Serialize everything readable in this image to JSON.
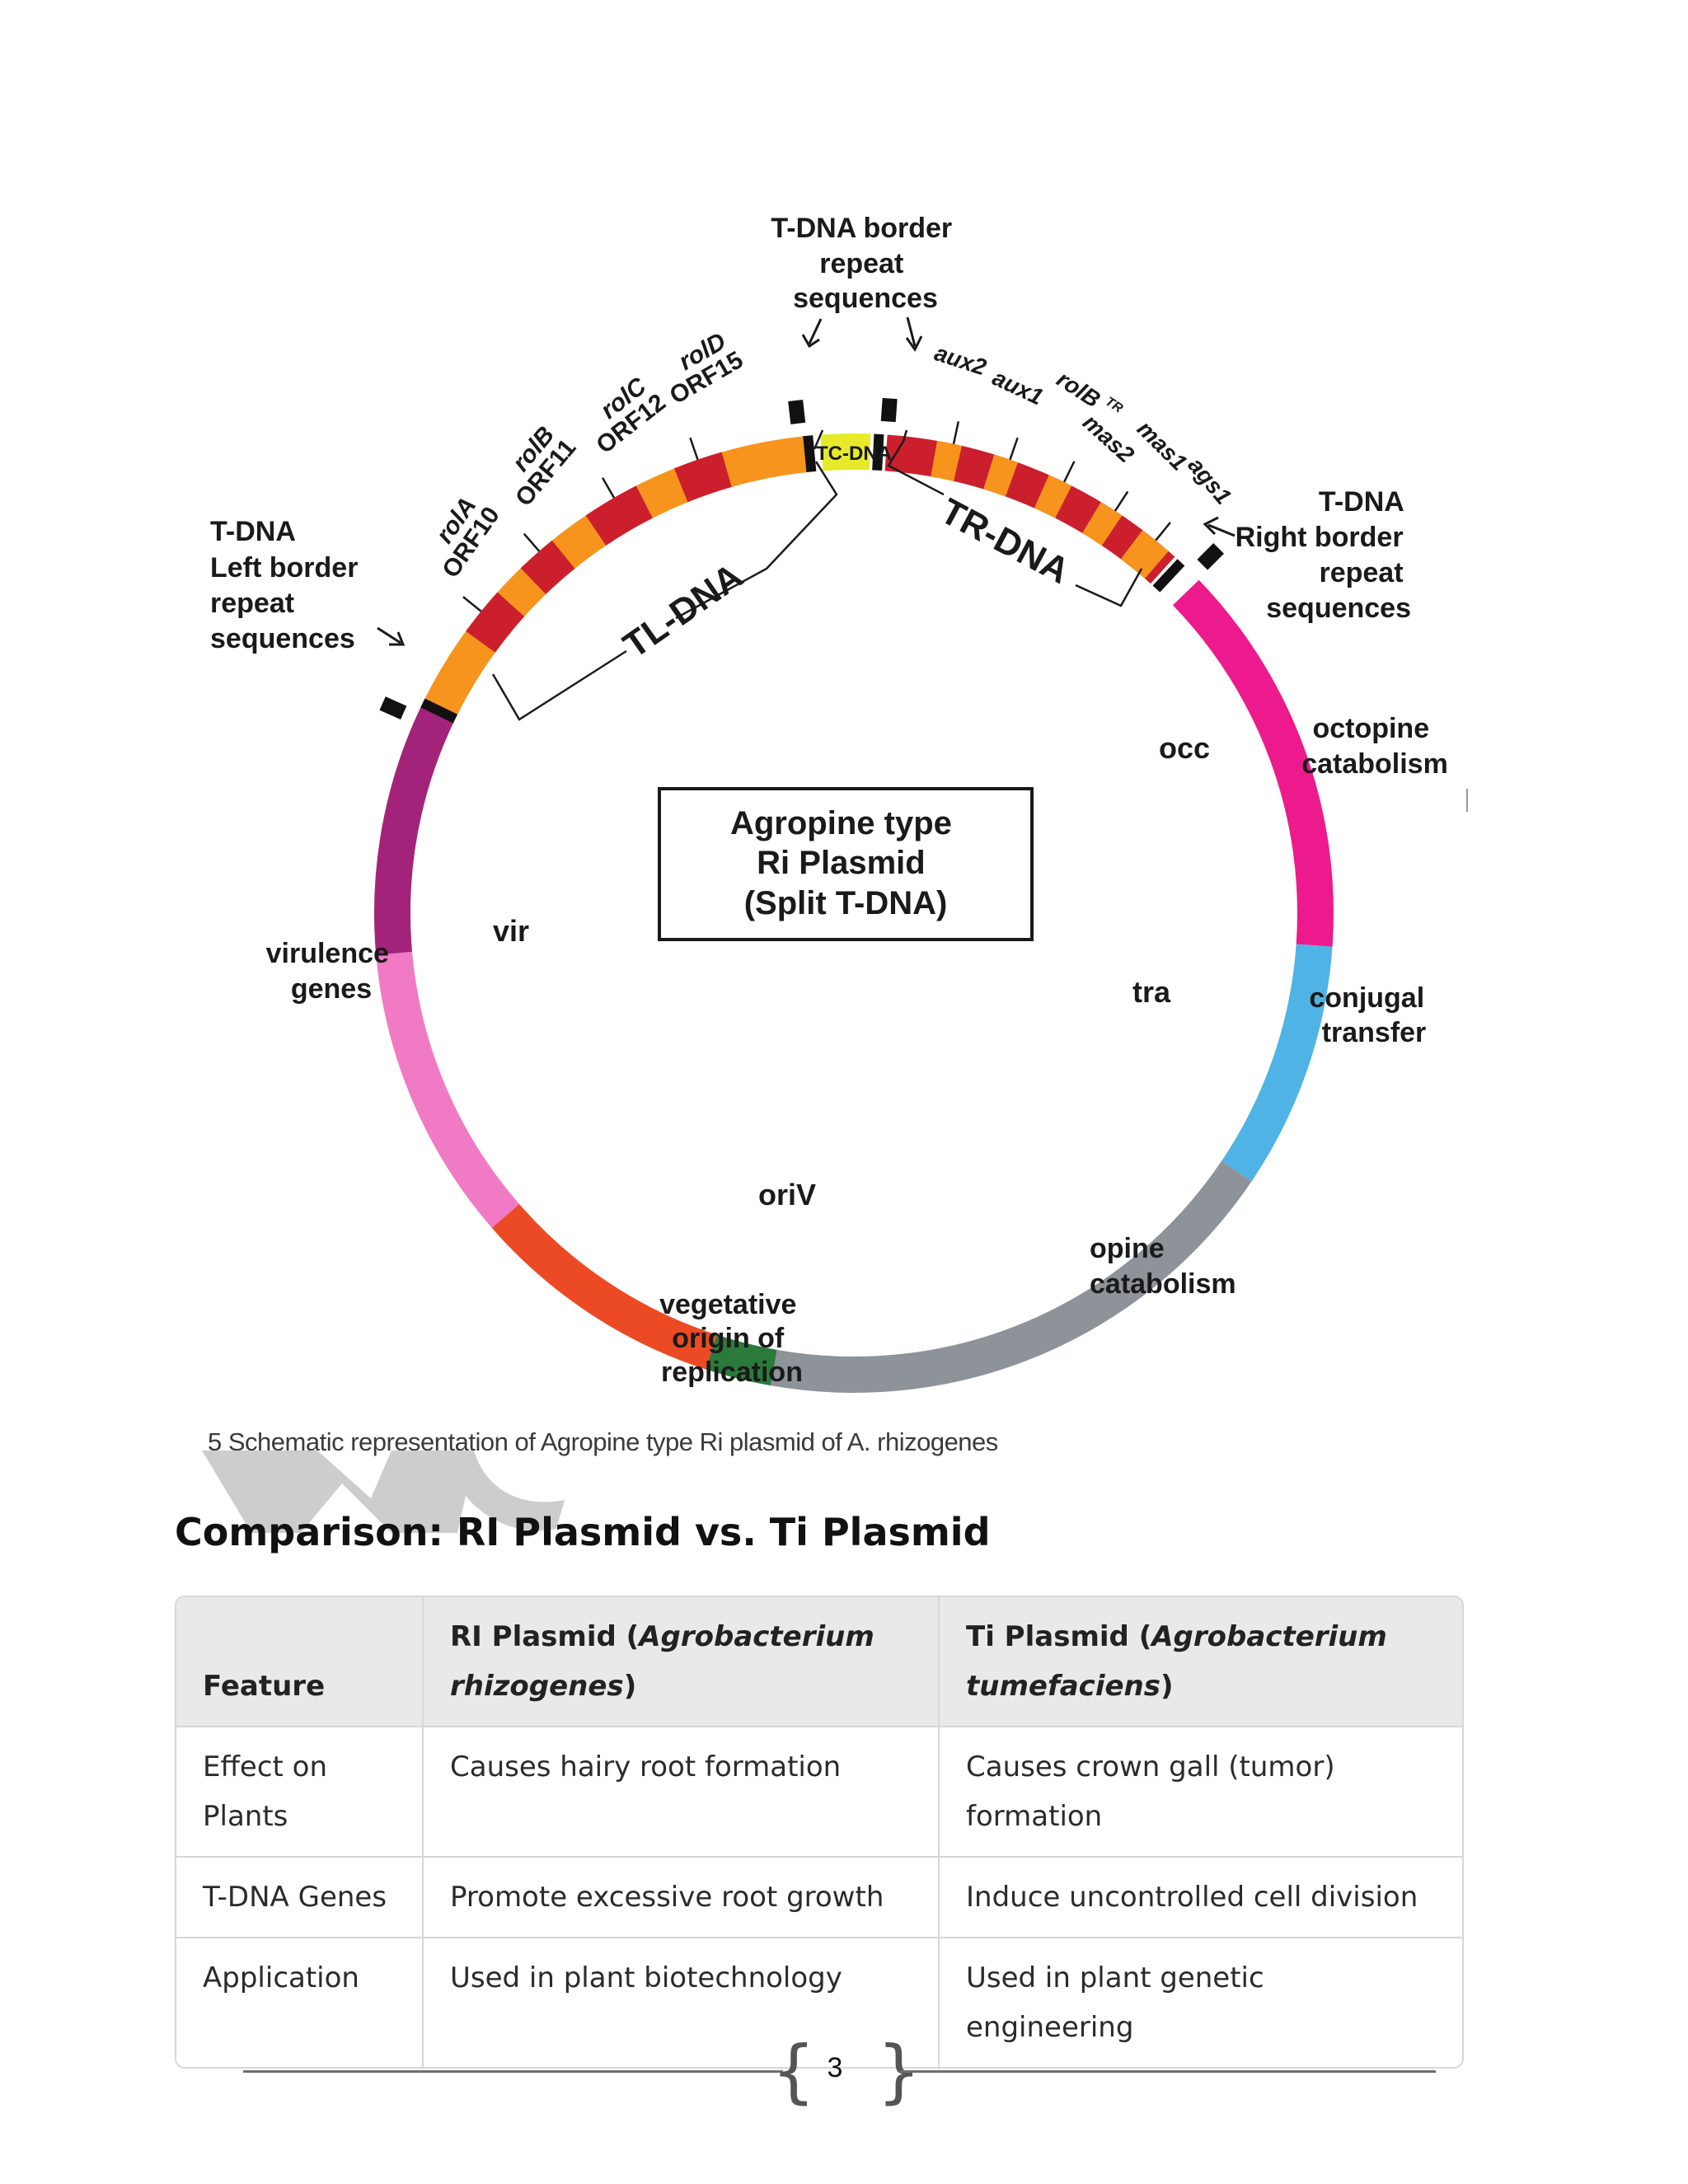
{
  "diagram": {
    "box_title": [
      "Agropine type",
      "Ri Plasmid",
      "(Split T-DNA)"
    ],
    "border_top_label": [
      "T-DNA border",
      "repeat",
      "sequences"
    ],
    "left_border_label": [
      "T-DNA",
      "Left border",
      "repeat",
      "sequences"
    ],
    "right_border_label": [
      "T-DNA",
      "Right border",
      "repeat",
      "sequences"
    ],
    "tc_dna": "TC-DNA",
    "tl_dna": "TL-DNA",
    "tr_dna": "TR-DNA",
    "genes_left": [
      [
        "rolA",
        "ORF10"
      ],
      [
        "rolB",
        "ORF11"
      ],
      [
        "rolC",
        "ORF12"
      ],
      [
        "rolD",
        "ORF15"
      ]
    ],
    "genes_right": [
      "aux2",
      "aux1",
      "rolB",
      "TR",
      "mas2",
      "mas1",
      "ags1"
    ],
    "occ": "occ",
    "octopine": [
      "octopine",
      "catabolism"
    ],
    "tra": "tra",
    "conjugal": [
      "conjugal",
      "transfer"
    ],
    "opine": [
      "opine",
      "catabolism"
    ],
    "oriv": "oriV",
    "vegetative": [
      "vegetative",
      "origin of",
      "replication"
    ],
    "vir": "vir",
    "virulence": [
      "virulence",
      "genes"
    ],
    "colors": {
      "tl_orange": "#f7941d",
      "tl_red": "#cc1f2d",
      "tc_yellow": "#e6ea2a",
      "occ_magenta": "#ec1a8c",
      "tra_blue": "#4fb3e6",
      "opine_gray": "#8e9299",
      "oriv_green": "#2a7a3b",
      "rep_red": "#ec4a24",
      "vir_pink": "#f07ac4",
      "purple": "#a3237a"
    }
  },
  "caption": "5 Schematic representation of Agropine type Ri plasmid of A. rhizogenes",
  "heading": "Comparison: RI Plasmid vs. Ti Plasmid",
  "table": {
    "header": {
      "feature": "Feature",
      "ri_prefix": "RI Plasmid (",
      "ri_italic": "Agrobacterium rhizogenes",
      "ri_suffix": ")",
      "ti_prefix": "Ti Plasmid (",
      "ti_italic": "Agrobacterium tumefaciens",
      "ti_suffix": ")"
    },
    "rows": [
      {
        "feature": "Effect on Plants",
        "ri": "Causes hairy root formation",
        "ti": "Causes crown gall (tumor) formation"
      },
      {
        "feature": "T-DNA Genes",
        "ri": "Promote excessive root growth",
        "ti": "Induce uncontrolled cell division"
      },
      {
        "feature": "Application",
        "ri": "Used in plant biotechnology",
        "ti": "Used in plant genetic engineering"
      }
    ]
  },
  "footer": {
    "page": "3"
  }
}
